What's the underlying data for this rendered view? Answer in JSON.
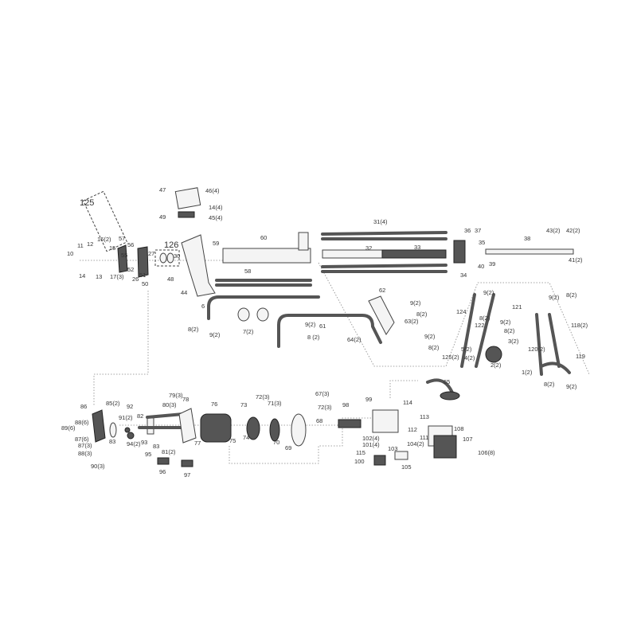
{
  "diagram": {
    "callouts": [
      "125",
      "47",
      "46(4)",
      "14(4)",
      "49",
      "45(4)",
      "10",
      "11",
      "12",
      "16(2)",
      "15",
      "57",
      "56",
      "55",
      "14",
      "13",
      "17(3)",
      "52",
      "26",
      "27",
      "51",
      "50",
      "126",
      "30",
      "48",
      "44",
      "59",
      "60",
      "58",
      "6",
      "8(2)",
      "9(2)",
      "7(2)",
      "9(2)",
      "8 (2)",
      "61",
      "64(2)",
      "62",
      "9(2)",
      "8(2)",
      "63(2)",
      "9(2)",
      "8(2)",
      "31(4)",
      "32",
      "33",
      "36",
      "37",
      "35",
      "34",
      "40",
      "39",
      "38",
      "43(2)",
      "42(2)",
      "41(2)",
      "124",
      "9(2)",
      "8(2)",
      "122",
      "121",
      "9(2)",
      "8(2)",
      "3(2)",
      "5(2)",
      "4(2)",
      "125(2)",
      "9(2)",
      "8(2)",
      "118(2)",
      "120(2)",
      "119",
      "2(2)",
      "1(2)",
      "8(2)",
      "9(2)",
      "86",
      "85(2)",
      "89(6)",
      "88(6)",
      "87(6)",
      "87(3)",
      "88(3)",
      "90(3)",
      "83",
      "91(2)",
      "92",
      "82",
      "94(2)",
      "93",
      "95",
      "80(3)",
      "79(3)",
      "78",
      "83",
      "81(2)",
      "77",
      "96",
      "97",
      "76",
      "75",
      "74",
      "73",
      "72(3)",
      "71(3)",
      "70",
      "69",
      "67(3)",
      "72(3)",
      "68",
      "98",
      "99",
      "114",
      "65",
      "113",
      "112",
      "111",
      "102(4)",
      "101(4)",
      "103",
      "104(2)",
      "115",
      "100",
      "105",
      "108",
      "107",
      "106(8)"
    ]
  }
}
